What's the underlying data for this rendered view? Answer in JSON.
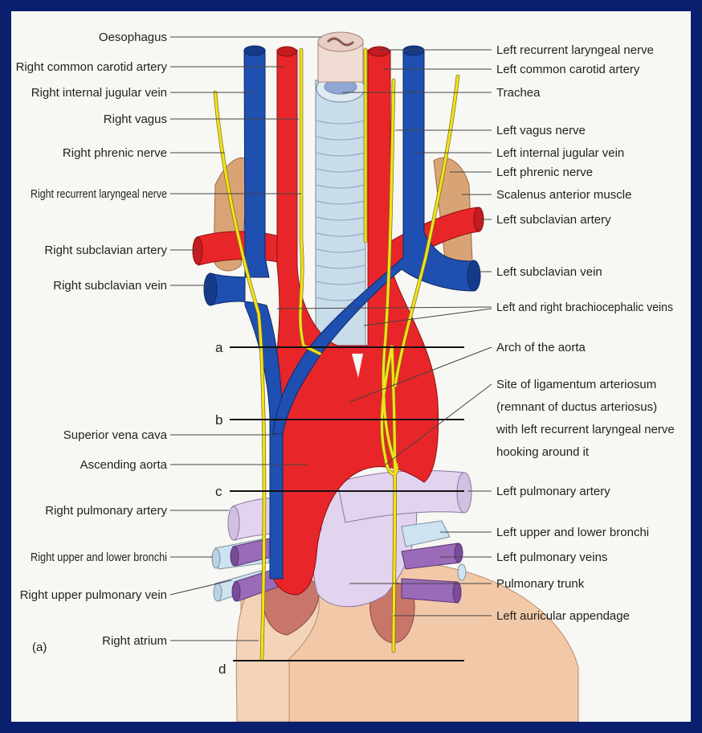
{
  "figure_tag": "(a)",
  "colors": {
    "frame": "#0a1f6e",
    "background": "#f7f7f3",
    "vein": "#1f4fb0",
    "artery": "#e8262a",
    "nerve": "#f2e21a",
    "trachea": "#c9dcea",
    "pulmonary_artery": "#e2d3ee",
    "pulmonary_vein": "#9a6bb8",
    "bronchi": "#cde3f0",
    "heart": "#f2c9a8",
    "muscle": "#d9a475"
  },
  "left_labels": [
    "Oesophagus",
    "Right common carotid artery",
    "Right internal jugular vein",
    "Right vagus",
    "Right phrenic nerve",
    "Right recurrent laryngeal nerve",
    "Right subclavian artery",
    "Right subclavian vein",
    "Superior vena cava",
    "Ascending aorta",
    "Right pulmonary artery",
    "Right upper and lower bronchi",
    "Right upper pulmonary vein",
    "Right atrium"
  ],
  "right_labels": [
    "Left recurrent laryngeal nerve",
    "Left common carotid artery",
    "Trachea",
    "Left vagus nerve",
    "Left internal jugular vein",
    "Left phrenic nerve",
    "Scalenus anterior muscle",
    "Left subclavian artery",
    "Left subclavian vein",
    "Left and right brachiocephalic veins",
    "Arch of the aorta",
    "Site of ligamentum arteriosum",
    "(remnant of ductus arteriosus)",
    "with left recurrent laryngeal nerve",
    "hooking around it",
    "Left pulmonary artery",
    "Left upper and lower bronchi",
    "Left pulmonary veins",
    "Pulmonary trunk",
    "Left auricular appendage"
  ],
  "section_lines": [
    "a",
    "b",
    "c",
    "d"
  ]
}
